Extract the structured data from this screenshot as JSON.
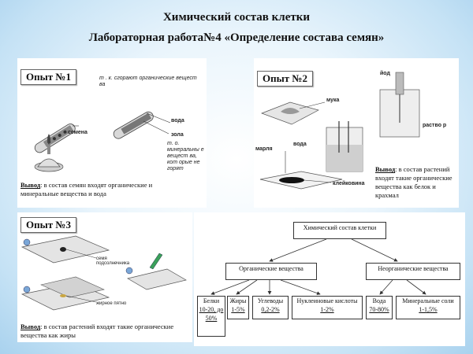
{
  "titles": {
    "main": "Химический состав клетки",
    "lab": "Лабораторная работа№4 «Определение состава семян»"
  },
  "exp1": {
    "tag": "Опыт №1",
    "note_top": "т . к. сгорают органические вещест ва",
    "label_seeds": "семена",
    "label_water": "вода",
    "label_ash": "зола",
    "note_right": "т. о. минеральны е вещест ва, кот орые не горят",
    "conclusion_head": "Вывод",
    "conclusion_text": ": в состав семян входят органические и минеральные вещества и вода"
  },
  "exp2": {
    "tag": "Опыт №2",
    "label_iodine": "йод",
    "label_flour": "мука",
    "label_gauze": "марля",
    "label_water": "вода",
    "label_solution": "раство р",
    "label_gluten": "клейковина",
    "conclusion_head": "Вывод",
    "conclusion_text": ": в состав растений входят такие органические вещества как белок и крахмал"
  },
  "exp3": {
    "tag": "Опыт №3",
    "label_seeds": "семя подсолнечника",
    "label_spot": "жирное пятно",
    "conclusion_head": "Вывод",
    "conclusion_text": ": в состав растений входят такие органические вещества как жиры"
  },
  "tree": {
    "root": "Химический состав клетки",
    "organic": "Органические вещества",
    "inorganic": "Неорганические вещества",
    "leaves": [
      {
        "name": "Белки",
        "value": "10-20, до 50%"
      },
      {
        "name": "Жиры",
        "value": "1-5%"
      },
      {
        "name": "Углеводы",
        "value": "0,2-2%"
      },
      {
        "name": "Нуклеиновые кислоты",
        "value": "1-2%"
      },
      {
        "name": "Вода",
        "value": "70-80%"
      },
      {
        "name": "Минеральные соли",
        "value": "1-1,5%"
      }
    ]
  }
}
